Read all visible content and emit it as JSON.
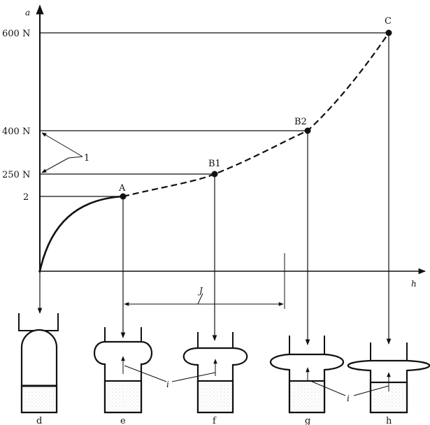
{
  "axis": {
    "y_label": "a",
    "x_label": "h"
  },
  "y_ticks": [
    "600 N",
    "400 N",
    "250 N",
    "2"
  ],
  "points": [
    {
      "id": "A",
      "label": "A"
    },
    {
      "id": "B1",
      "label": "B1"
    },
    {
      "id": "B2",
      "label": "B2"
    },
    {
      "id": "C",
      "label": "C"
    }
  ],
  "annotations": {
    "bracket_label": "1",
    "dimension_label": "J",
    "pointer_label": "i"
  },
  "stages": [
    {
      "id": "d",
      "label": "d"
    },
    {
      "id": "e",
      "label": "e"
    },
    {
      "id": "f",
      "label": "f"
    },
    {
      "id": "g",
      "label": "g"
    },
    {
      "id": "h",
      "label": "h"
    }
  ]
}
